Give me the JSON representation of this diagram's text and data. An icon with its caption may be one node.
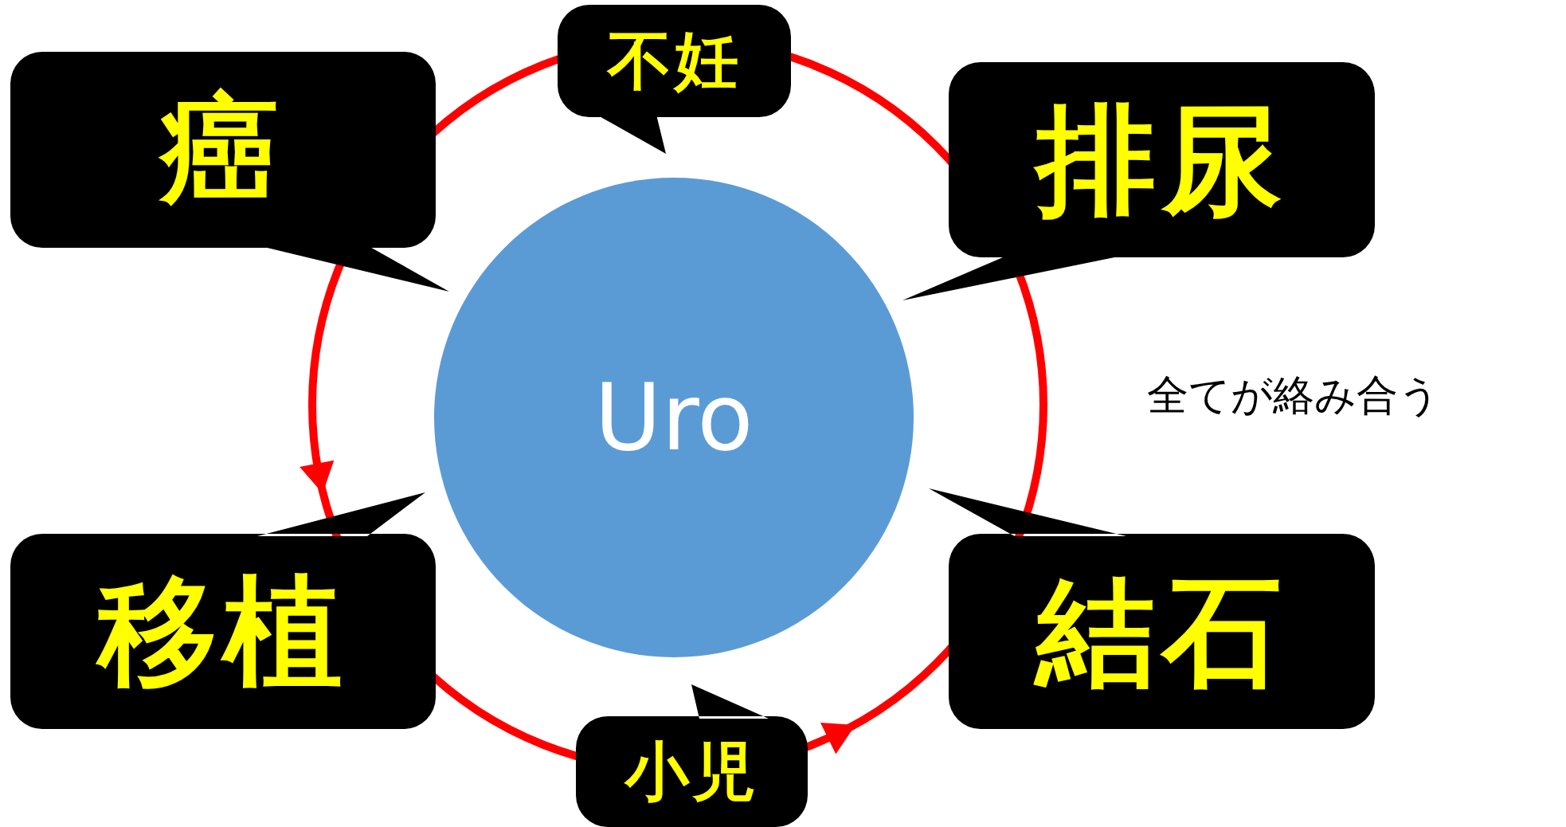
{
  "diagram": {
    "nodes": [
      {
        "text": [
          "Uro"
        ]
      },
      {
        "text": [
          "癌"
        ]
      },
      {
        "text": [
          "不妊"
        ]
      },
      {
        "text": [
          "排尿"
        ]
      },
      {
        "text": [
          "移植"
        ]
      },
      {
        "text": [
          "小児"
        ]
      },
      {
        "text": [
          "結石"
        ]
      }
    ],
    "labels": [
      "全てが絡み合う"
    ]
  }
}
